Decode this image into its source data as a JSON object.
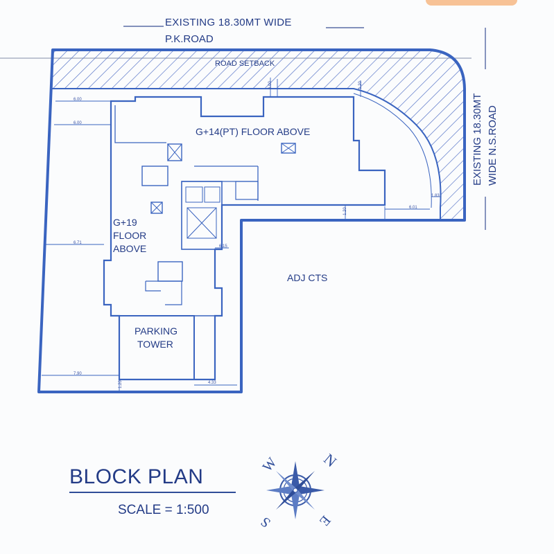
{
  "labels": {
    "road_top": "EXISTING 18.30MT WIDE",
    "road_top_name": "P.K.ROAD",
    "road_setback": "ROAD SETBACK",
    "road_right_line1": "EXISTING 18.30MT",
    "road_right_line2": "WIDE N.S.ROAD",
    "upper_block": "G+14(PT) FLOOR ABOVE",
    "left_block_line1": "G+19",
    "left_block_line2": "FLOOR",
    "left_block_line3": "ABOVE",
    "adjacent": "ADJ CTS",
    "parking_line1": "PARKING",
    "parking_line2": "TOWER",
    "title": "BLOCK PLAN",
    "scale": "SCALE = 1:500"
  },
  "dimensions": [
    "6.00",
    "6.00",
    "6.71",
    "7.90",
    "1.20",
    "4.33",
    "1.20",
    "6.01",
    "1.83",
    "6.15",
    "6.00",
    "1.20"
  ],
  "compass": {
    "n": "N",
    "s": "S",
    "e": "E",
    "w": "W"
  },
  "colors": {
    "line": "#3a64c0",
    "text": "#233b86",
    "hatch": "#5a76c8"
  }
}
